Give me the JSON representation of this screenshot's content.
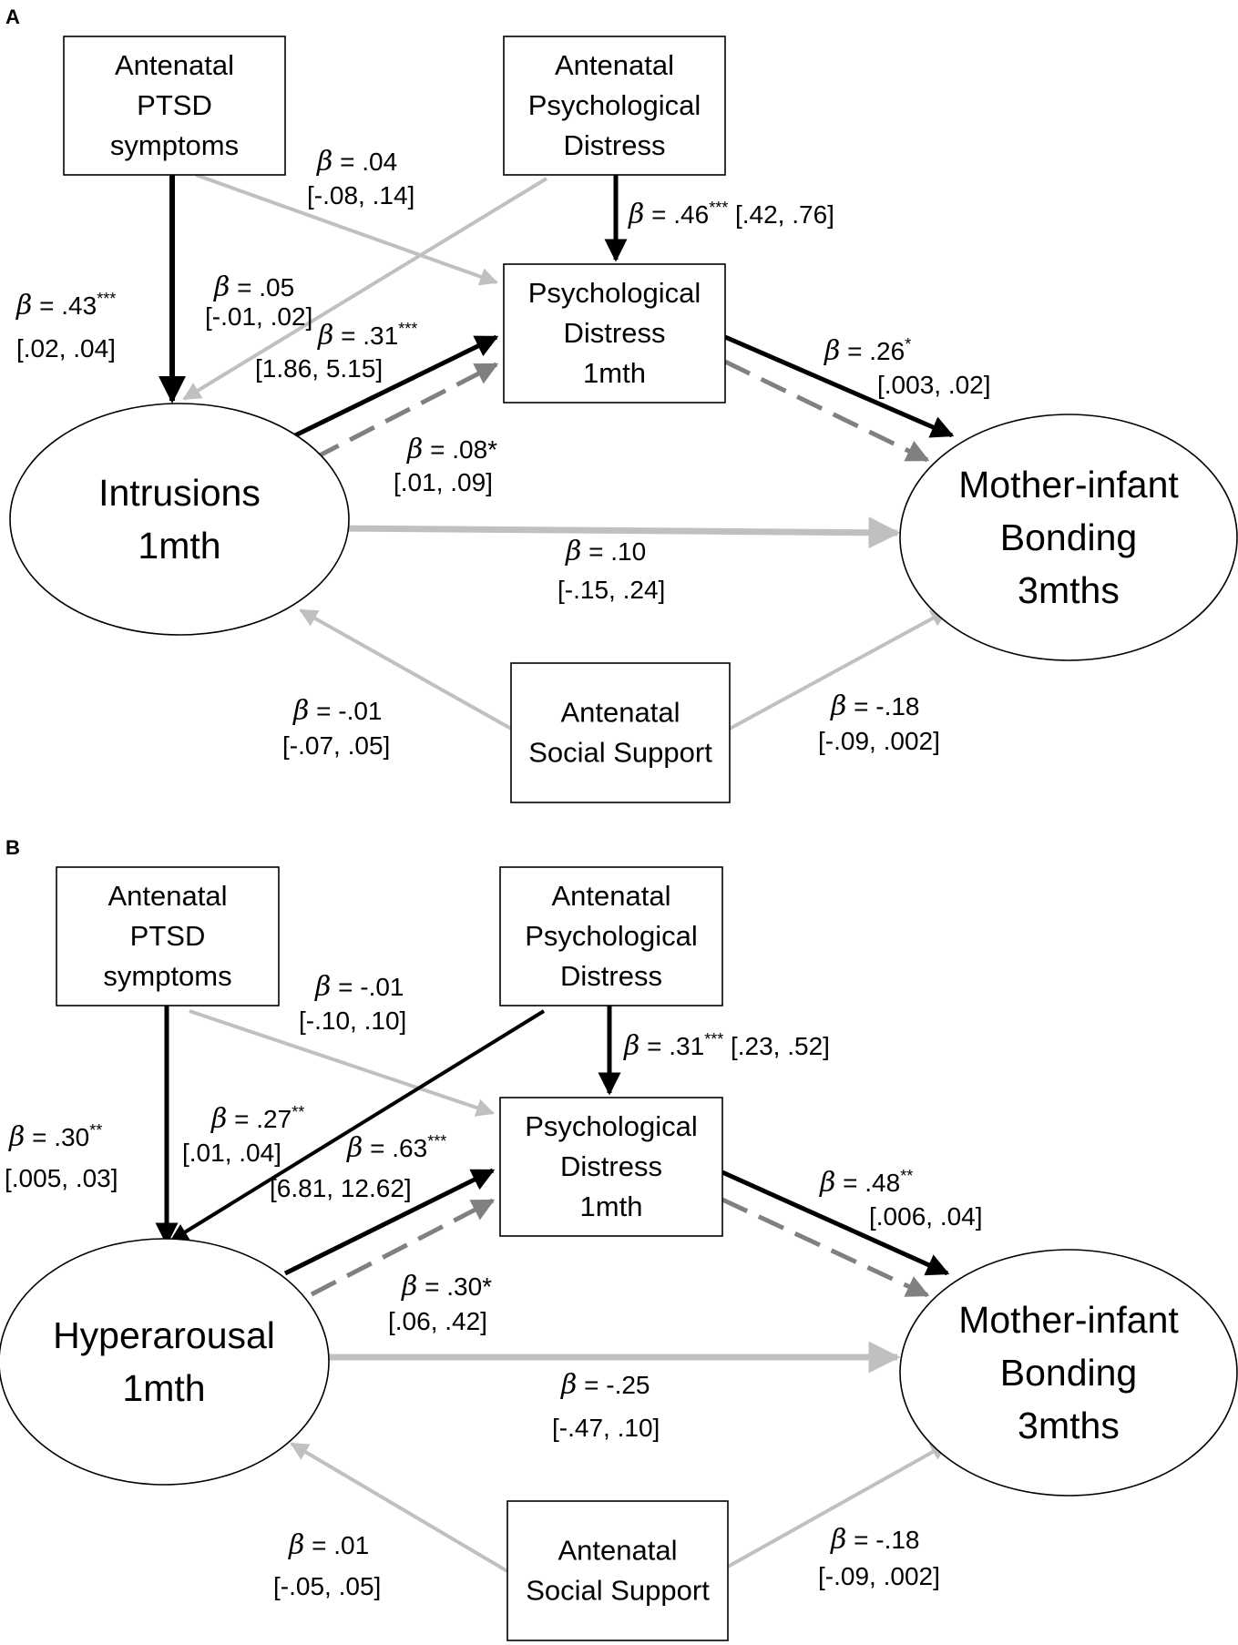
{
  "colors": {
    "strong": "#000000",
    "weak": "#c0c0c0",
    "indirect": "#808080"
  },
  "panels": [
    {
      "letter": "A",
      "nodes": {
        "ptsd": [
          "Antenatal",
          "PTSD",
          "symptoms"
        ],
        "apd": [
          "Antenatal",
          "Psychological",
          "Distress"
        ],
        "pd1": [
          "Psychological",
          "Distress",
          "1mth"
        ],
        "pred": [
          "Intrusions",
          "1mth"
        ],
        "bond": [
          "Mother-infant",
          "Bonding",
          "3mths"
        ],
        "soc": [
          "Antenatal",
          "Social Support"
        ]
      },
      "labels": {
        "ptsd_pred": {
          "beta": ".43",
          "sig": "***",
          "ci": "[.02, .04]"
        },
        "ptsd_pd1": {
          "beta": ".04",
          "sig": "",
          "ci": "[-.08, .14]"
        },
        "apd_pred": {
          "beta": ".05",
          "sig": "",
          "ci": "[-.01, .02]"
        },
        "apd_pd1": {
          "beta": ".46",
          "sig": "***",
          "ci": "[.42, .76]"
        },
        "pred_pd1": {
          "beta": ".31",
          "sig": "***",
          "ci": "[1.86, 5.15]"
        },
        "indirect": {
          "beta": ".08*",
          "sig": "",
          "ci": "[.01, .09]"
        },
        "pd1_bond": {
          "beta": ".26",
          "sig": "*",
          "ci": "[.003, .02]"
        },
        "pred_bond": {
          "beta": ".10",
          "sig": "",
          "ci": "[-.15, .24]"
        },
        "soc_pred": {
          "beta": "-.01",
          "sig": "",
          "ci": "[-.07, .05]"
        },
        "soc_bond": {
          "beta": "-.18",
          "sig": "",
          "ci": "[-.09, .002]"
        }
      }
    },
    {
      "letter": "B",
      "nodes": {
        "ptsd": [
          "Antenatal",
          "PTSD",
          "symptoms"
        ],
        "apd": [
          "Antenatal",
          "Psychological",
          "Distress"
        ],
        "pd1": [
          "Psychological",
          "Distress",
          "1mth"
        ],
        "pred": [
          "Hyperarousal",
          "1mth"
        ],
        "bond": [
          "Mother-infant",
          "Bonding",
          "3mths"
        ],
        "soc": [
          "Antenatal",
          "Social Support"
        ]
      },
      "labels": {
        "ptsd_pred": {
          "beta": ".30",
          "sig": "**",
          "ci": "[.005, .03]"
        },
        "ptsd_pd1": {
          "beta": "-.01",
          "sig": "",
          "ci": "[-.10, .10]"
        },
        "apd_pred": {
          "beta": ".27",
          "sig": "**",
          "ci": "[.01, .04]"
        },
        "apd_pd1": {
          "beta": ".31",
          "sig": "***",
          "ci": "[.23, .52]"
        },
        "pred_pd1": {
          "beta": ".63",
          "sig": "***",
          "ci": "[6.81, 12.62]"
        },
        "indirect": {
          "beta": ".30*",
          "sig": "",
          "ci": "[.06, .42]"
        },
        "pd1_bond": {
          "beta": ".48",
          "sig": "**",
          "ci": "[.006, .04]"
        },
        "pred_bond": {
          "beta": "-.25",
          "sig": "",
          "ci": "[-.47, .10]"
        },
        "soc_pred": {
          "beta": ".01",
          "sig": "",
          "ci": "[-.05, .05]"
        },
        "soc_bond": {
          "beta": "-.18",
          "sig": "",
          "ci": "[-.09, .002]"
        }
      }
    }
  ]
}
